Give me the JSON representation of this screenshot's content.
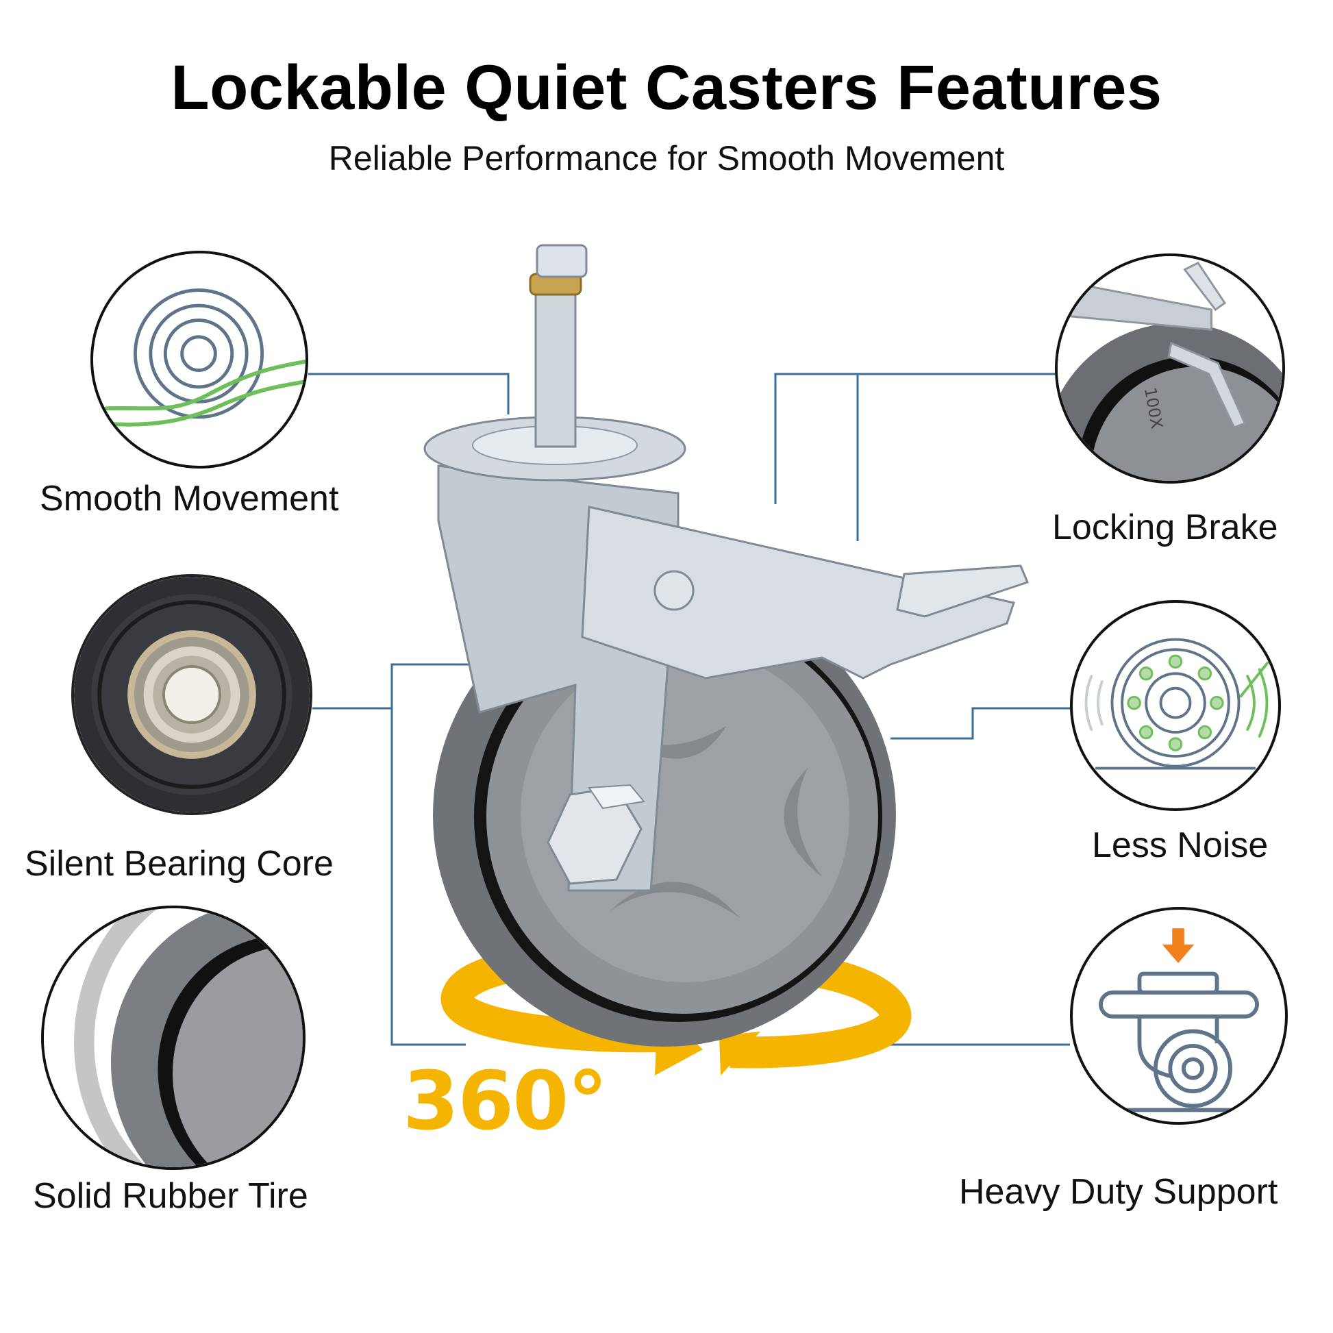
{
  "header": {
    "title": "Lockable Quiet Casters Features",
    "subtitle": "Reliable Performance for Smooth Movement"
  },
  "features": {
    "smooth_movement": "Smooth Movement",
    "silent_bearing": "Silent Bearing Core",
    "rubber_tire": "Solid Rubber Tire",
    "locking_brake": "Locking Brake",
    "less_noise": "Less Noise",
    "heavy_duty": "Heavy Duty Support"
  },
  "rotation": {
    "label": "360°"
  },
  "tire_marking": "100X",
  "colors": {
    "accent_yellow": "#f5b400",
    "connector_blue": "#3b6e96",
    "icon_slate": "#5f7488",
    "icon_green": "#6dbf5a",
    "icon_orange": "#f07f1c"
  }
}
